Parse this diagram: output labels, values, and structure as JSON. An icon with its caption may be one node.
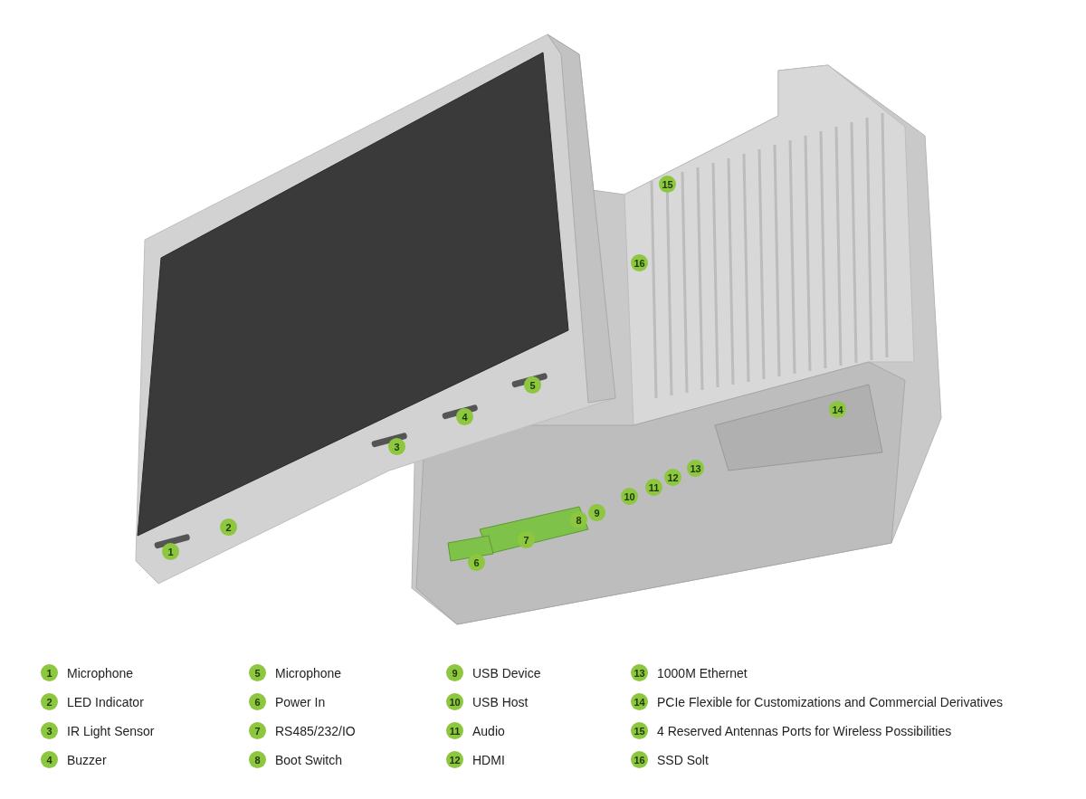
{
  "diagram": {
    "labels": [
      "15",
      "16",
      "5",
      "14",
      "4",
      "3",
      "13",
      "12",
      "11",
      "10",
      "9",
      "8",
      "2",
      "7",
      "1",
      "6",
      "1",
      "Microphone",
      "5",
      "Microphone",
      "9",
      "USB Device",
      "13",
      "1000M Ethernet",
      "2",
      "LED Indicator",
      "6",
      "Power In",
      "10",
      "USB Host",
      "14",
      "PCIe Flexible for Customizations and Commercial Derivatives",
      "3",
      "IR Light Sensor",
      "7",
      "RS485/232/IO",
      "11",
      "Audio",
      "15",
      "4 Reserved Antennas Ports for Wireless Possibilities",
      "4",
      "Buzzer",
      "8",
      "Boot Switch",
      "12",
      "HDMI",
      "16",
      "SSD Solt"
    ]
  }
}
